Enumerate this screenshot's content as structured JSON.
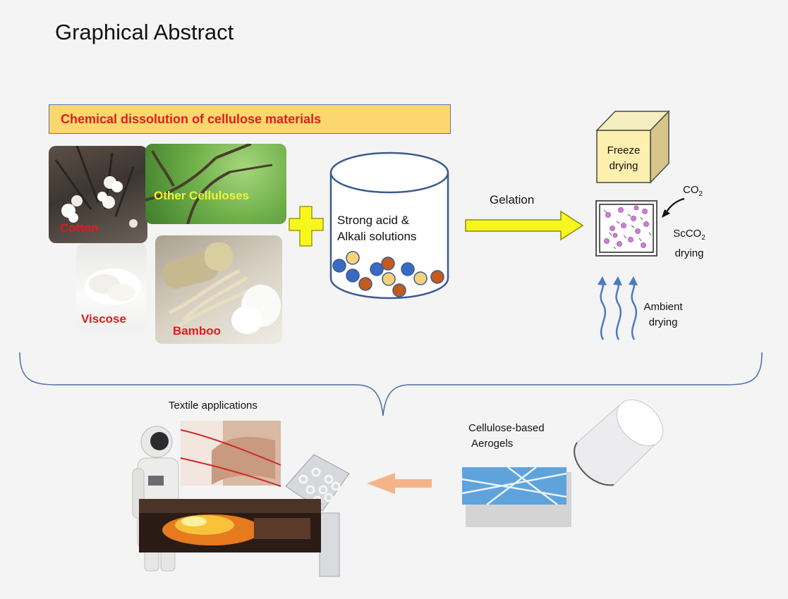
{
  "title": "Graphical Abstract",
  "banner": "Chemical dissolution of cellulose materials",
  "materials": {
    "cotton": "Cotton",
    "other": "Other Celluloses",
    "viscose": "Viscose",
    "bamboo": "Bamboo"
  },
  "solution": {
    "line1": "Strong acid &",
    "line2": "Alkali solutions"
  },
  "gelation": "Gelation",
  "drying": {
    "freeze_line1": "Freeze",
    "freeze_line2": "drying",
    "co2": "CO",
    "co2_sub": "2",
    "sc_line1_main": "ScCO",
    "sc_line1_sub": "2",
    "sc_line2": "drying",
    "ambient_line1": "Ambient",
    "ambient_line2": "drying"
  },
  "aerogels": {
    "line1": "Cellulose-based",
    "line2": "Aerogels"
  },
  "textile": "Textile applications",
  "colors": {
    "banner_fill": "#fcd66e",
    "banner_text": "#e01e1e",
    "arrow_yellow": "#f7f71e",
    "ball_blue": "#3a6bc4",
    "ball_yellow": "#f7d27a",
    "ball_orange": "#c45a1e",
    "brace": "#4a6fa5",
    "arrow_orange": "#f5b38a"
  }
}
